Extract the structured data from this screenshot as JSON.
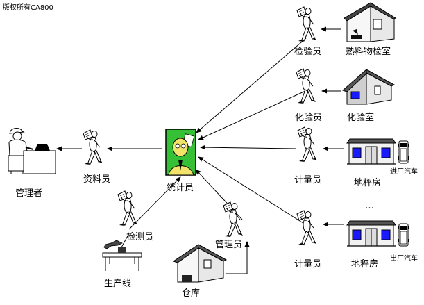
{
  "watermark": "版权所有CA800",
  "nodes": {
    "manager": "管理者",
    "data_clerk": "资料员",
    "statistician": "统计员",
    "inspector_cooked": "检验员",
    "cooked_lab": "熟料物检室",
    "chem_tester": "化验员",
    "chem_lab": "化验室",
    "weigher_in": "计量员",
    "scale_house_in": "地秤房",
    "truck_in": "进厂汽车",
    "ellipsis": "…",
    "weigher_out": "计量员",
    "scale_house_out": "地秤房",
    "truck_out": "出厂汽车",
    "line_inspector": "检测员",
    "production_line": "生产线",
    "warehouse_keeper": "管理员",
    "warehouse": "仓库"
  },
  "icons": {
    "manager": "manager-at-desk-icon",
    "worker": "walking-clerk-icon",
    "statistician": "statistician-portrait-icon",
    "house": "house-icon",
    "scale_house": "weighbridge-house-icon",
    "truck": "truck-icon",
    "production_line": "conveyor-line-icon"
  },
  "colors": {
    "background": "#ffffff",
    "stroke": "#000000",
    "portrait_bg": "#35c035",
    "portrait_face": "#f2e46a",
    "window": "#1a1aff",
    "roof_dark": "#333333",
    "wall_light": "#f0f0f0"
  }
}
